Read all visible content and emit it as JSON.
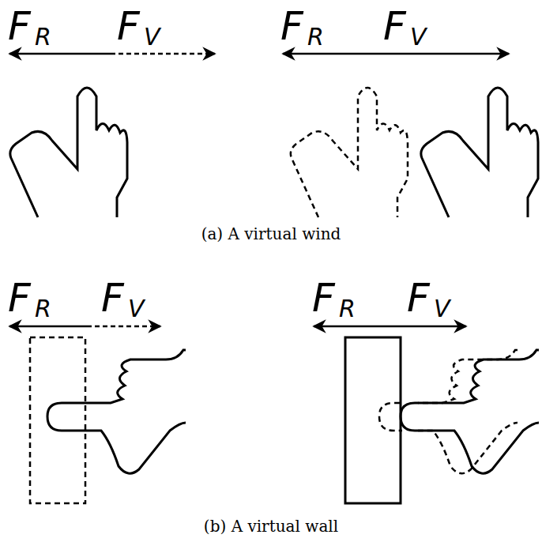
{
  "diagram": {
    "labels": [
      "F",
      "R",
      "F",
      "V",
      "F",
      "R",
      "F",
      "V",
      "(a) A virtual wind",
      "F",
      "R",
      "F",
      "V",
      "F",
      "R",
      "F",
      "V",
      "(b) A virtual wall"
    ]
  }
}
